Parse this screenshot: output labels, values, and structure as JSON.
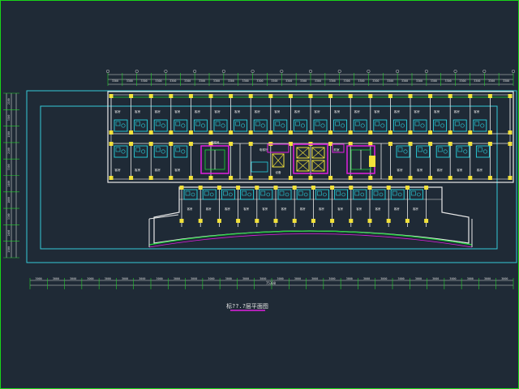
{
  "drawing": {
    "title": "标??.?层平面图",
    "colors": {
      "background": "#1f2a36",
      "border": "#19d419",
      "site_outline": "#36c9d8",
      "wall": "#e8e8e8",
      "wall_green": "#1fd43a",
      "column": "#f2e23a",
      "dimension": "#d8d8d8",
      "dimension_tick": "#22d22a",
      "fixture": "#27d3e0",
      "core": "#e01fe0",
      "core_box": "#f2e23a",
      "room_text": "#e8e8e8",
      "title_underline": "#e01fe0"
    },
    "top_dims": [
      "3300",
      "3300",
      "3300",
      "3300",
      "3300",
      "3300",
      "3300",
      "3300",
      "3300",
      "3300",
      "3300",
      "3300",
      "3300",
      "3300",
      "3300",
      "3300",
      "3300",
      "3300",
      "3300",
      "3300",
      "3300",
      "3300",
      "3300",
      "3300",
      "3300",
      "3300",
      "3300",
      "3300"
    ],
    "bottom_dims": [
      "3000",
      "3000",
      "3000",
      "3000",
      "3000",
      "3000",
      "3000",
      "3000",
      "3000",
      "3000",
      "3000",
      "3000",
      "3000",
      "3000",
      "3000",
      "3000",
      "3000",
      "3000",
      "3000",
      "3000",
      "3000",
      "3000",
      "3000",
      "3000",
      "3000",
      "3000",
      "3000",
      "3000"
    ],
    "bottom_total": "75300",
    "left_dims": [
      "2100",
      "3300",
      "1500",
      "2100",
      "3300",
      "2400",
      "1800",
      "3300",
      "2400",
      "1500"
    ],
    "room_labels_top": [
      "客房",
      "客房",
      "客房",
      "客房",
      "客房",
      "客房",
      "客房",
      "客房",
      "客房",
      "客房",
      "客房",
      "客房",
      "客房",
      "客房",
      "客房",
      "客房",
      "客房",
      "客房",
      "客房",
      "客房"
    ],
    "room_labels_mid": [
      "客房",
      "客房",
      "客房",
      "客房",
      "客房",
      "客房",
      "客房",
      "客房",
      "客房"
    ],
    "room_labels_south": [
      "客房",
      "客房",
      "客房",
      "客房",
      "客房",
      "客房",
      "客房",
      "客房",
      "客房",
      "客房",
      "客房",
      "客房",
      "客房",
      "客房"
    ],
    "core_labels": [
      "电梯厅",
      "楼梯间",
      "设备",
      "前室"
    ]
  }
}
